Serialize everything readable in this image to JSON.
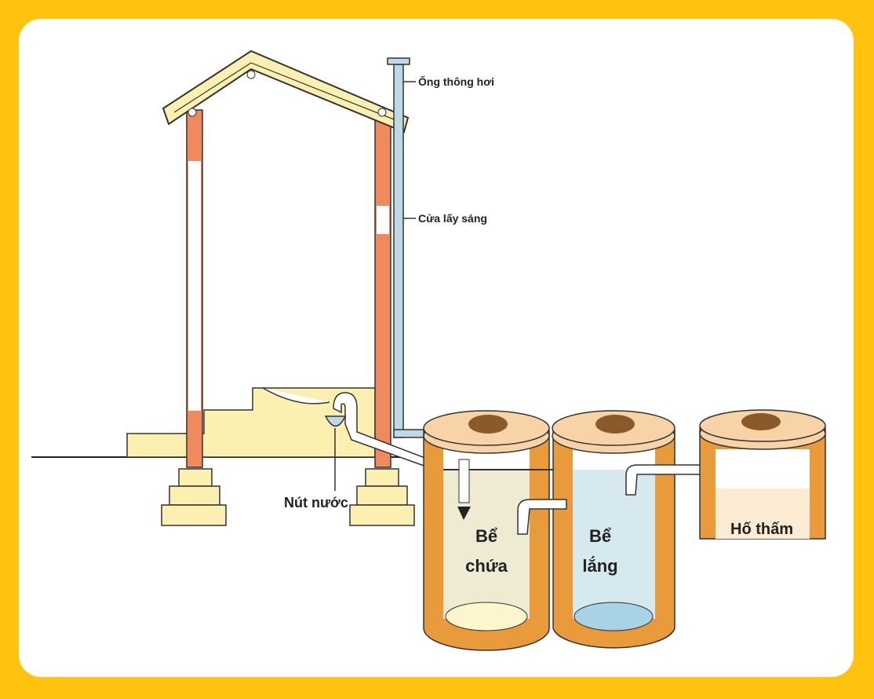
{
  "title": "Sơ đồ nhà tiêu tự hoại",
  "labels": {
    "vent_pipe": "Ống thông hơi",
    "light_window": "Cửa lấy sáng",
    "water_seal": "Nút nước",
    "holding_tank_1": "Bể",
    "holding_tank_2": "chứa",
    "settling_tank_1": "Bể",
    "settling_tank_2": "lắng",
    "soak_pit": "Hố thấm"
  },
  "colors": {
    "frame": "#FFC20E",
    "post": "#F08A5D",
    "roof": "#FBF0B0",
    "tank_wall": "#E99A3A",
    "tank_lid": "#F9D3A8",
    "holding_fill": "#EFEBD3",
    "settling_fill": "#D6E9EE",
    "pipe": "#BFD8E8"
  }
}
